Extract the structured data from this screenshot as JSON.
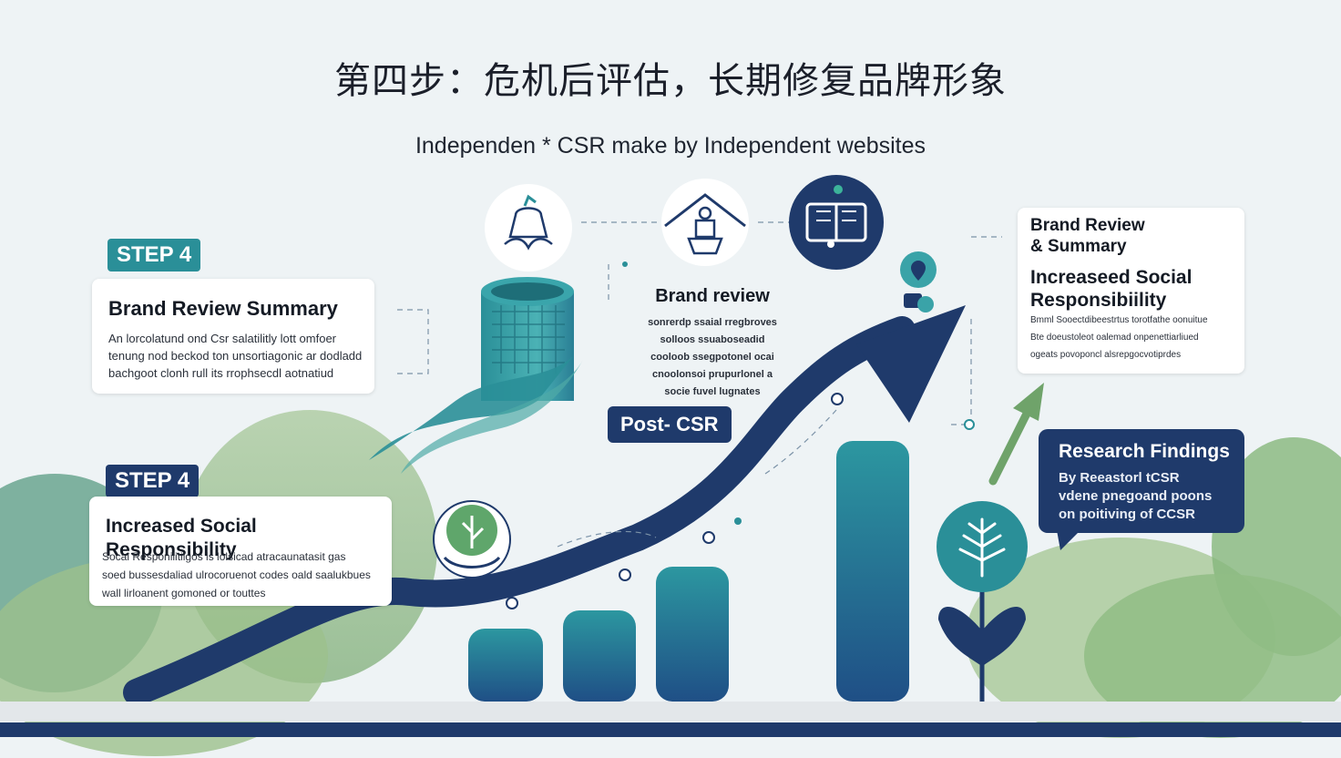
{
  "header": {
    "title": "第四步：危机后评估，长期修复品牌形象",
    "subtitle": "Independen * CSR make by Independent websites"
  },
  "left_top": {
    "step_label": "STEP 4",
    "card_title": "Brand Review Summary",
    "card_lines": [
      "An lorcolatund ond Csr salatilitly lott omfoer",
      "tenung nod beckod ton unsortiagonic ar dodladd",
      "bachgoot clonh rull its rrophsecdl aotnatiud"
    ]
  },
  "left_bottom": {
    "step_label": "STEP 4",
    "card_title": "Increased Social Responsibility",
    "card_lines": [
      "Socal Responilitilgos is lolsicad atracaunatasit gas",
      "soed bussesdaliad ulrocoruenot codes oald saalukbues",
      "wall lirloanent gomoned or touttes"
    ]
  },
  "middle": {
    "title": "Brand review",
    "lines": [
      "sonrerdp ssaial rregbroves",
      "solloos ssuaboseadid",
      "cooloob ssegpotonel ocai",
      "cnoolonsoi prupurlonel a",
      "socie fuvel lugnates"
    ],
    "pill_label": "Post- CSR"
  },
  "right_top": {
    "heading_lines": [
      "Brand Review",
      "& Summary"
    ],
    "card_title_lines": [
      "Increaseed Social",
      "Responsibiility"
    ],
    "card_lines": [
      "Bmml Sooectdibeestrtus torotfathe oonuitue",
      "Bte doeustoleot oalemad onpenettiarliued",
      "ogeats povoponcl alsrepgocvotiprdes"
    ]
  },
  "right_dark": {
    "title": "Research Findings",
    "lines": [
      "By Reeastorl tCSR",
      "vdene pnegoand poons",
      "on poitiving of CCSR"
    ]
  },
  "icons": [
    "bell-lotus-icon",
    "pagoda-person-icon",
    "book-screen-icon",
    "location-pin-icon",
    "sprout-hands-icon",
    "tree-icon",
    "cylinder-building-icon"
  ],
  "colors": {
    "navy": "#1f3a6b",
    "teal": "#2a8f98",
    "green": "#8bb67a",
    "badge_teal": "#2a8f98",
    "badge_navy": "#1f3a6b"
  }
}
